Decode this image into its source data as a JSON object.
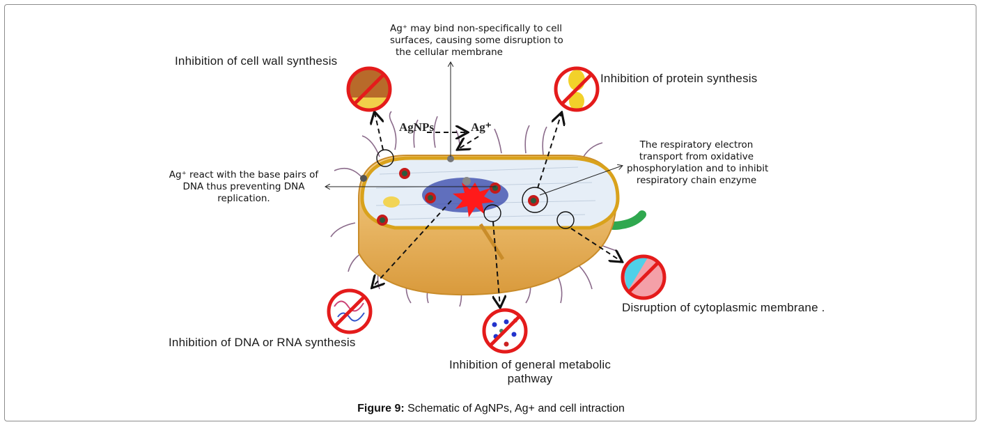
{
  "figure": {
    "caption_label": "Figure 9:",
    "caption_text": " Schematic of AgNPs, Ag+ and cell intraction"
  },
  "annotations": {
    "cell_surface": [
      "Ag⁺ may bind non-specifically to cell",
      "surfaces, causing some disruption to",
      "the cellular membrane"
    ],
    "dna": [
      "Ag⁺ react with the base pairs of",
      "DNA thus preventing DNA",
      "replication."
    ],
    "respiratory": [
      "The respiratory electron",
      "transport from oxidative",
      "phosphorylation and to inhibit",
      "respiratory chain enzyme"
    ],
    "agnps": "AgNPs",
    "ag_ion": "Ag⁺"
  },
  "effects": {
    "cell_wall": "Inhibition of cell wall synthesis",
    "protein": "Inhibition of protein synthesis",
    "cytoplasmic": "Disruption of cytoplasmic membrane .",
    "dna_rna": "Inhibition of DNA or RNA synthesis",
    "metabolic": [
      "Inhibition of general metabolic",
      "pathway"
    ]
  },
  "colors": {
    "prohibit_red": "#e41b1b",
    "cell_wall_gold": "#d9a21c",
    "cytoplasm": "#e6eef7",
    "cell_body": "#e9b966",
    "flagellum_green": "#2fa84f",
    "dna_blue": "#3344aa",
    "burst_red": "#ff1a1a"
  }
}
